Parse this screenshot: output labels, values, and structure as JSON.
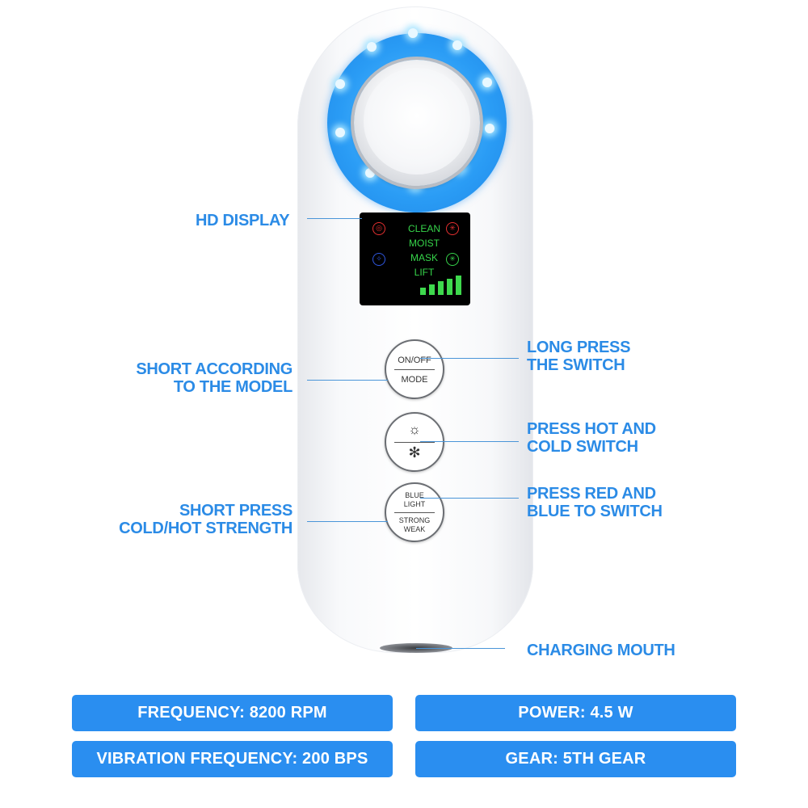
{
  "display": {
    "modes": [
      "CLEAN",
      "MOIST",
      "MASK",
      "LIFT"
    ],
    "icons": [
      {
        "name": "red-hot-icon",
        "color": "#e53030"
      },
      {
        "name": "red-lamp-icon",
        "color": "#e53030"
      },
      {
        "name": "blue-cold-icon",
        "color": "#2f57e0"
      },
      {
        "name": "green-lamp-icon",
        "color": "#35d24a"
      }
    ],
    "level_bars": 5
  },
  "buttons": {
    "power": {
      "top": "ON/OFF",
      "bottom": "MODE"
    },
    "temperature": {
      "top_icon": "sun-icon",
      "bottom_icon": "snowflake-icon",
      "top_glyph": "☼",
      "bottom_glyph": "✻"
    },
    "light": {
      "top_line1": "BLUE",
      "top_line2": "LIGHT",
      "bottom_line1": "STRONG",
      "bottom_line2": "WEAK"
    }
  },
  "labels": {
    "hd_display": "HD DISPLAY",
    "short_model_line1": "SHORT ACCORDING",
    "short_model_line2": "TO THE MODEL",
    "long_press_line1": "LONG PRESS",
    "long_press_line2": "THE SWITCH",
    "hot_cold_line1": "PRESS HOT AND",
    "hot_cold_line2": "COLD SWITCH",
    "short_press_line1": "SHORT PRESS",
    "short_press_line2": "COLD/HOT STRENGTH",
    "red_blue_line1": "PRESS RED AND",
    "red_blue_line2": "BLUE TO SWITCH",
    "charging": "CHARGING MOUTH"
  },
  "specs": {
    "frequency": "FREQUENCY: 8200 RPM",
    "power": "POWER: 4.5 W",
    "vibration": "VIBRATION FREQUENCY: 200 BPS",
    "gear": "GEAR: 5TH GEAR"
  },
  "colors": {
    "label_blue": "#2b8be6",
    "spec_box_blue": "#2a8ef0",
    "ring_blue": "#2a9cf5",
    "screen_green": "#36d44a"
  }
}
